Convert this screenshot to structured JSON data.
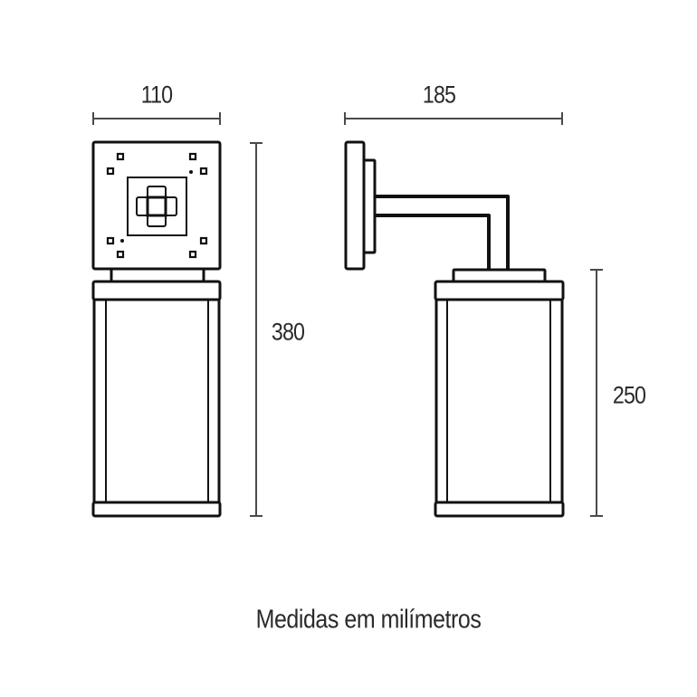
{
  "drawing": {
    "subject": "wall lantern technical drawing",
    "views": [
      {
        "id": "front-view",
        "label": "front view"
      },
      {
        "id": "side-view",
        "label": "side view"
      }
    ],
    "dimensions": {
      "front_width": "110",
      "front_height": "380",
      "side_projection": "185",
      "side_body_height": "250"
    },
    "caption": "Medidas em milímetros"
  },
  "colors": {
    "background": "#ffffff",
    "outline": "#111111",
    "dimension_line": "#4a4a4a",
    "text": "#2a2a2a"
  }
}
